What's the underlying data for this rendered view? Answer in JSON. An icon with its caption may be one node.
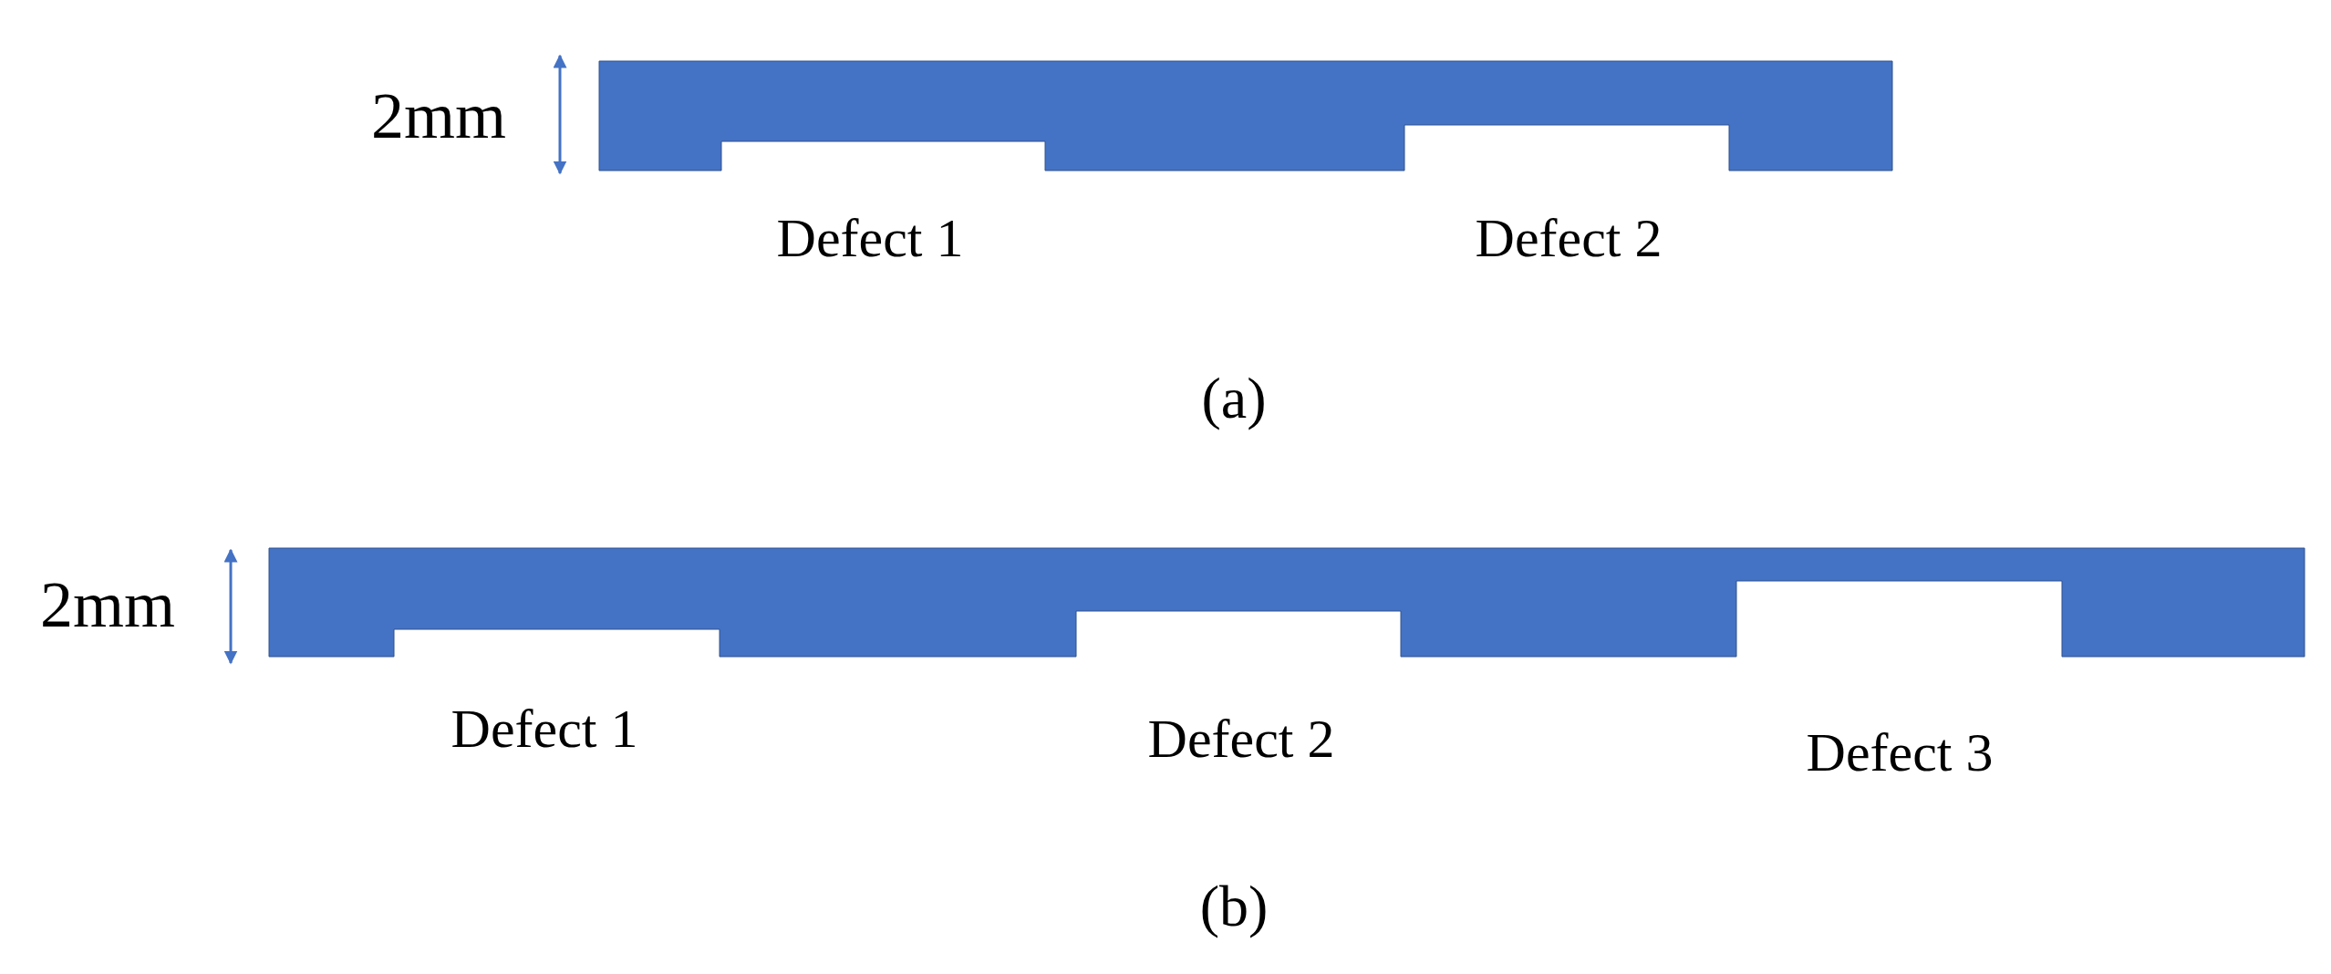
{
  "diagram": {
    "labels": [
      "2mm",
      "Defect 1",
      "Defect 2",
      "(a)",
      "2mm",
      "Defect 1",
      "Defect 2",
      "Defect 3",
      "(b)"
    ]
  }
}
